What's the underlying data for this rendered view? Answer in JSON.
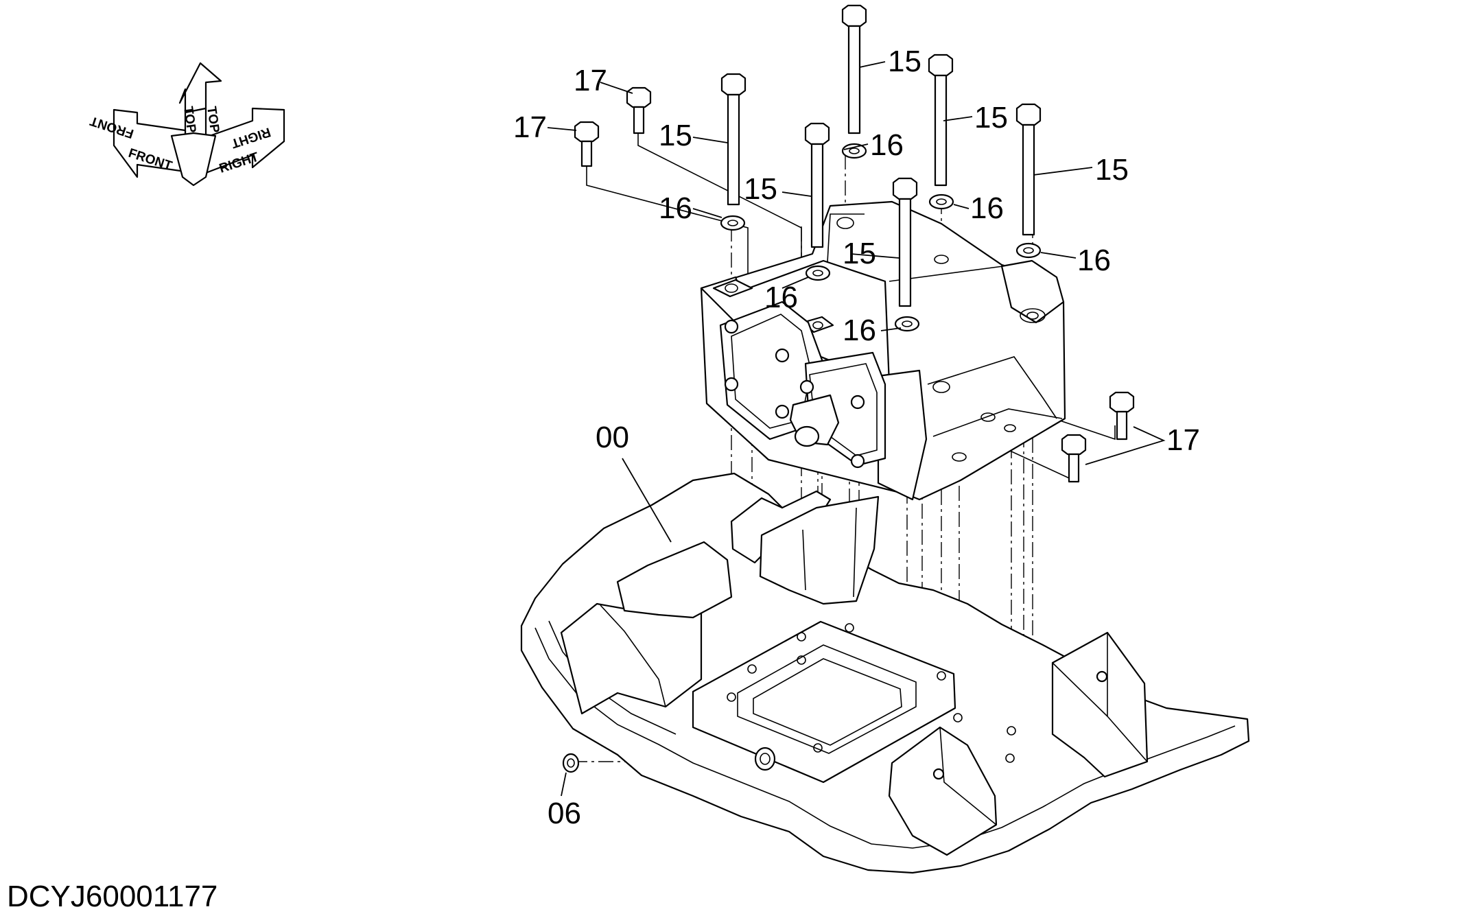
{
  "orientation": {
    "front": "FRONT",
    "top": "TOP",
    "right": "RIGHT"
  },
  "callouts": {
    "bolt_long": "15",
    "washer": "16",
    "bolt_short": "17",
    "assembly": "00",
    "plug": "06"
  },
  "document_id": "DCYJ60001177"
}
